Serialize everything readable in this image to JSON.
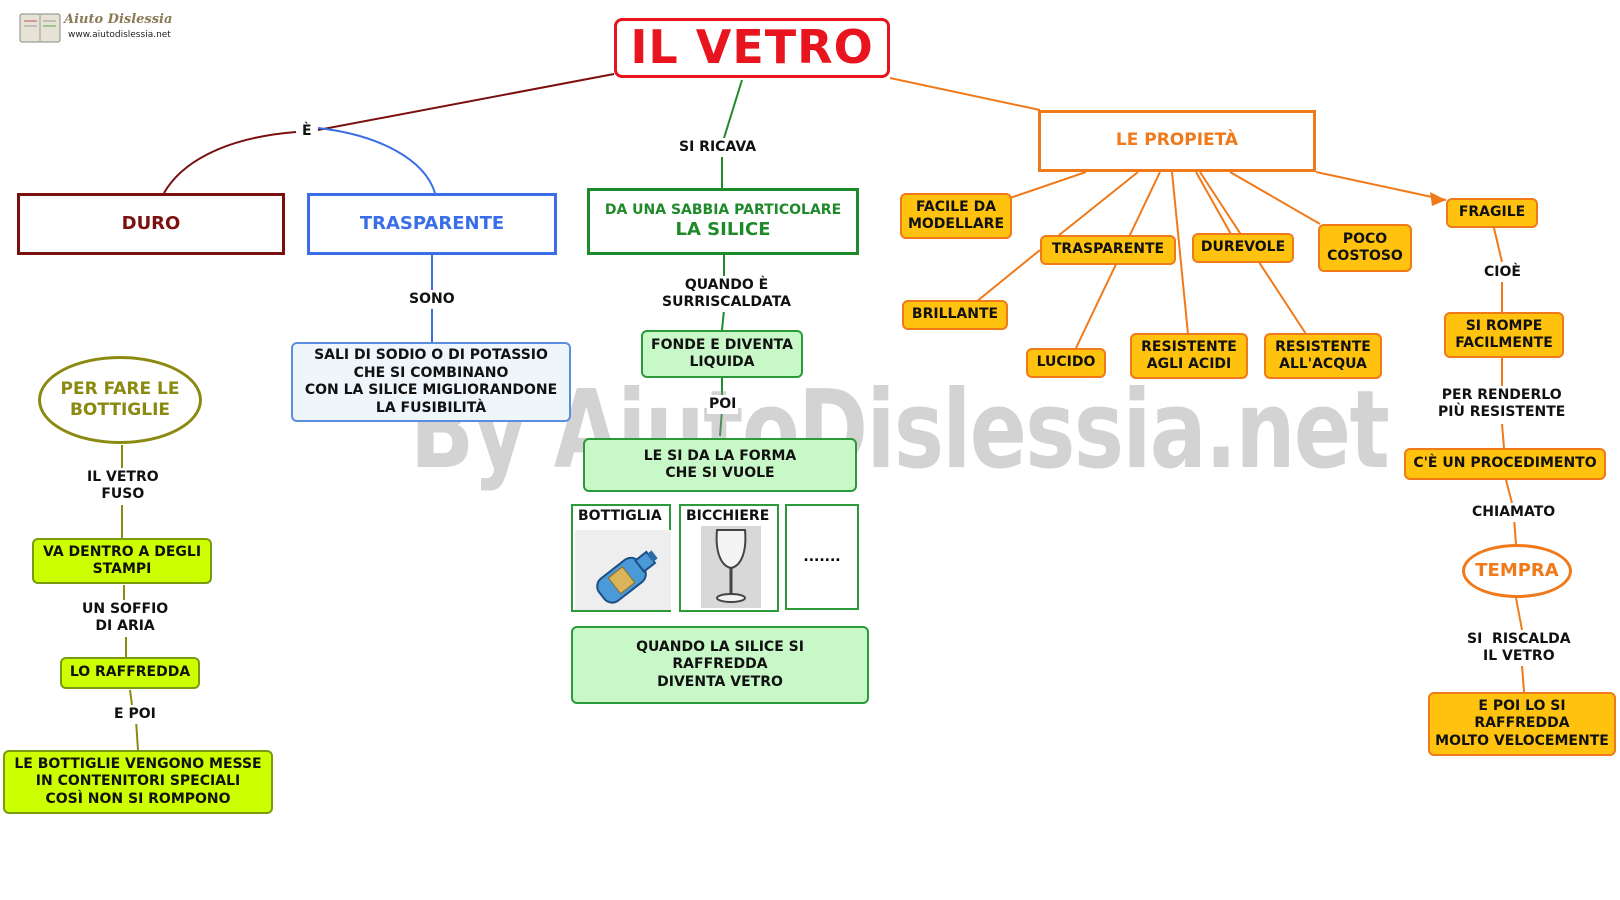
{
  "logo": {
    "brand": "Aiuto Dislessia",
    "url": "www.aiutodislessia.net"
  },
  "title": "IL VETRO",
  "watermark": "By AiutoDislessia.net",
  "link_labels": {
    "e": "È",
    "si_ricava": "SI RICAVA",
    "sono": "SONO",
    "quando_surriscaldata": [
      "QUANDO È",
      "SURRISCALDATA"
    ],
    "poi": "POI",
    "il_vetro_fuso": [
      "IL VETRO",
      "FUSO"
    ],
    "un_soffio": [
      "UN SOFFIO",
      "DI ARIA"
    ],
    "e_poi": "E POI",
    "cioe": "CIOÈ",
    "per_renderlo": [
      "PER RENDERLO",
      "PIÙ RESISTENTE"
    ],
    "chiamato": "CHIAMATO",
    "si_riscalda": [
      "SI  RISCALDA",
      "IL VETRO"
    ]
  },
  "nodes": {
    "duro": "DURO",
    "trasparente_main": "TRASPARENTE",
    "sabbia": {
      "line1": "DA UNA SABBIA PARTICOLARE",
      "line2": "LA SILICE"
    },
    "propieta": "LE PROPIETÀ",
    "sali": [
      "SALI DI SODIO O DI POTASSIO",
      "CHE SI COMBINANO",
      "CON LA SILICE MIGLIORANDONE",
      "LA FUSIBILITÀ"
    ],
    "fonde": [
      "FONDE E DIVENTA",
      "LIQUIDA"
    ],
    "forma": [
      "LE SI DA LA FORMA",
      "CHE SI VUOLE"
    ],
    "bottiglia": "BOTTIGLIA",
    "bicchiere": "BICCHIERE",
    "dots": ".......",
    "raffredda_silice": [
      "QUANDO LA SILICE SI",
      "RAFFREDDA",
      "DIVENTA VETRO"
    ],
    "per_fare": [
      "PER FARE LE",
      "BOTTIGLIE"
    ],
    "stampi": [
      "VA DENTRO A DEGLI",
      "STAMPI"
    ],
    "lo_raffredda": "LO RAFFREDDA",
    "contenitori": [
      "LE BOTTIGLIE VENGONO MESSE",
      "IN CONTENITORI SPECIALI",
      "COSÌ NON SI ROMPONO"
    ],
    "facile": [
      "FACILE DA",
      "MODELLARE"
    ],
    "trasparente_prop": "TRASPARENTE",
    "durevole": "DUREVOLE",
    "poco": [
      "POCO",
      "COSTOSO"
    ],
    "fragile": "FRAGILE",
    "brillante": "BRILLANTE",
    "lucido": "LUCIDO",
    "acidi": [
      "RESISTENTE",
      "AGLI ACIDI"
    ],
    "acqua": [
      "RESISTENTE",
      "ALL'ACQUA"
    ],
    "si_rompe": [
      "SI ROMPE",
      "FACILMENTE"
    ],
    "procedimento": "C'È UN PROCEDIMENTO",
    "tempra": "TEMPRA",
    "poi_raffredda": [
      "E POI LO SI",
      "RAFFREDDA",
      "MOLTO VELOCEMENTE"
    ]
  },
  "colors": {
    "title_red": "#e8141e",
    "duro": "#7a1010",
    "trasparente": "#3a6ee8",
    "green": "#1f8a2a",
    "orange": "#f07a1a",
    "olive": "#8a8a10",
    "yellow_fill": "#ccff00",
    "orange_fill": "#ffc20e",
    "green_fill": "#c8f7c8"
  }
}
